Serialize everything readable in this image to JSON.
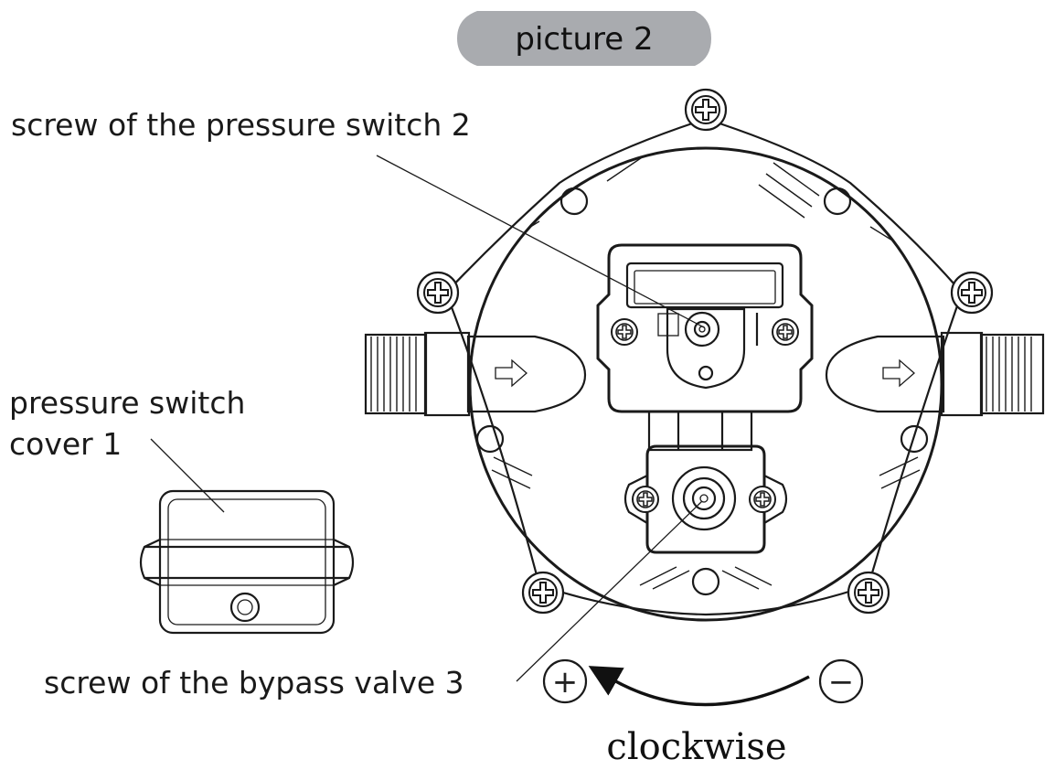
{
  "title": "picture 2",
  "labels": {
    "pressure_switch_screw": "screw of the pressure switch 2",
    "pressure_switch_cover_line1": "pressure switch",
    "pressure_switch_cover_line2": "cover 1",
    "bypass_valve_screw": "screw of the bypass valve 3",
    "direction": "clockwise",
    "plus_symbol": "+",
    "minus_symbol": "−"
  },
  "colors": {
    "title_pill": "#a9abaf",
    "line": "#1a1a1a",
    "background": "#ffffff"
  },
  "icons": {
    "screw": "cross-screw-icon",
    "arrow": "flow-arrow-icon",
    "direction_arrow": "curved-arrow-icon"
  }
}
